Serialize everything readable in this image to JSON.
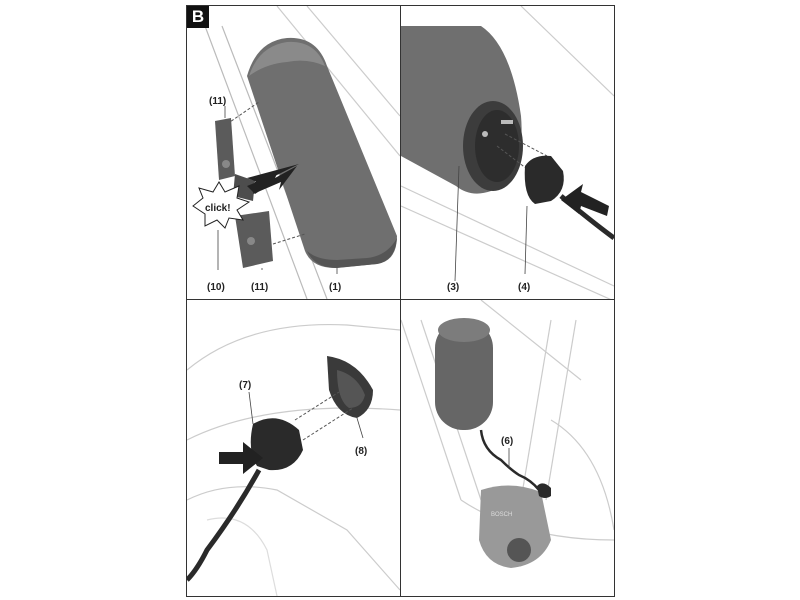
{
  "figure": {
    "badge_label": "B"
  },
  "panel_1": {
    "labels": {
      "battery": "(1)",
      "mount_top": "(11)",
      "mount_bottom": "(11)",
      "lock": "(10)",
      "click": "click!"
    }
  },
  "panel_2": {
    "labels": {
      "socket": "(3)",
      "plug": "(4)"
    }
  },
  "panel_3": {
    "labels": {
      "plug": "(7)",
      "socket_cover": "(8)"
    }
  },
  "panel_4": {
    "labels": {
      "cable": "(6)"
    }
  },
  "colors": {
    "battery": "#6f6f6f",
    "battery_dark": "#4a4a4a",
    "line": "#444444",
    "frame_light": "#d9d9d9",
    "arrow": "#222222"
  }
}
